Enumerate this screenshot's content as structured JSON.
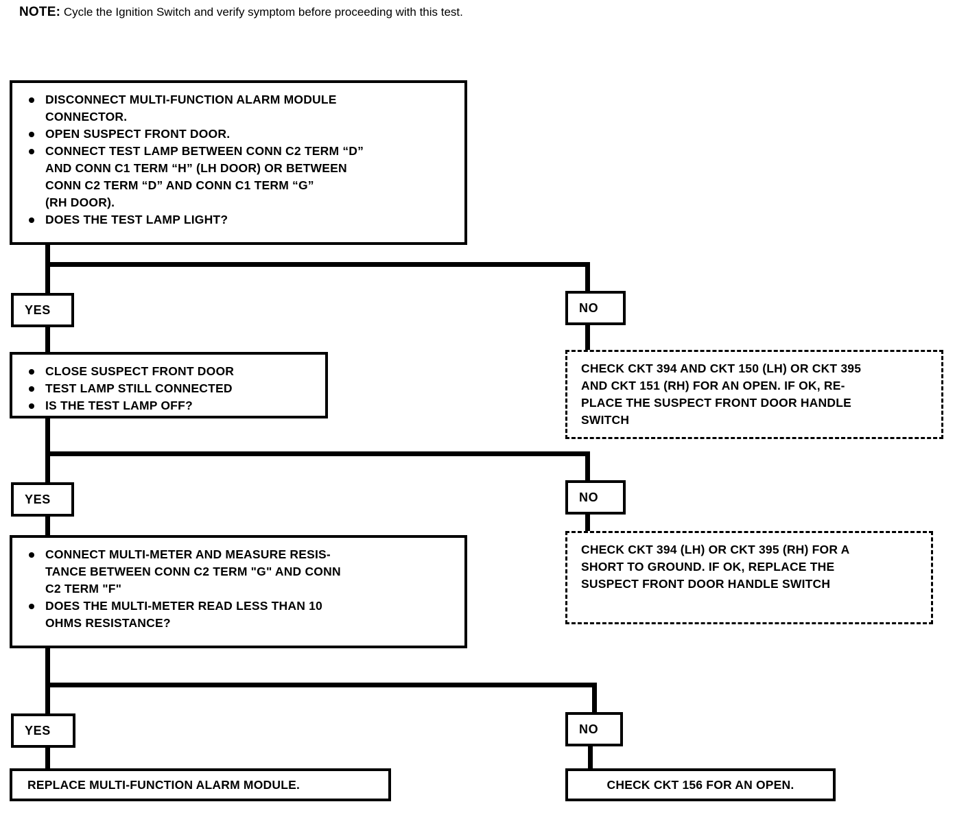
{
  "note": {
    "label": "NOTE:",
    "text": " Cycle the Ignition Switch and verify symptom before proceeding with this test."
  },
  "flow": {
    "step1": {
      "bullets": [
        "DISCONNECT MULTI-FUNCTION ALARM MODULE\nCONNECTOR.",
        "OPEN SUSPECT FRONT DOOR.",
        "CONNECT TEST LAMP BETWEEN CONN C2 TERM “D”\nAND CONN C1 TERM “H” (LH DOOR) OR BETWEEN\nCONN C2 TERM “D” AND CONN C1 TERM “G”\n(RH DOOR).",
        "DOES THE TEST LAMP LIGHT?"
      ]
    },
    "step2": {
      "bullets": [
        "CLOSE SUSPECT FRONT DOOR",
        "TEST LAMP STILL CONNECTED",
        "IS THE TEST LAMP OFF?"
      ]
    },
    "step3": {
      "bullets": [
        "CONNECT MULTI-METER AND MEASURE RESIS-\nTANCE BETWEEN CONN C2 TERM \"G\" AND CONN\nC2 TERM \"F\"",
        "DOES THE MULTI-METER READ LESS THAN 10\nOHMS RESISTANCE?"
      ]
    },
    "decisions": {
      "yes1": "YES",
      "no1": "NO",
      "yes2": "YES",
      "no2": "NO",
      "yes3": "YES",
      "no3": "NO"
    },
    "results": {
      "no1_action": "CHECK CKT 394 AND CKT 150 (LH) OR CKT 395\nAND CKT 151 (RH) FOR AN OPEN. IF OK, RE-\nPLACE THE SUSPECT FRONT DOOR HANDLE\nSWITCH",
      "no2_action": "CHECK CKT 394 (LH) OR CKT 395 (RH) FOR A\nSHORT TO GROUND. IF OK, REPLACE THE\nSUSPECT FRONT DOOR HANDLE SWITCH",
      "yes3_action": "REPLACE MULTI-FUNCTION ALARM MODULE.",
      "no3_action": "CHECK CKT 156 FOR AN OPEN."
    }
  },
  "colors": {
    "ink": "#000000",
    "paper": "#ffffff"
  }
}
